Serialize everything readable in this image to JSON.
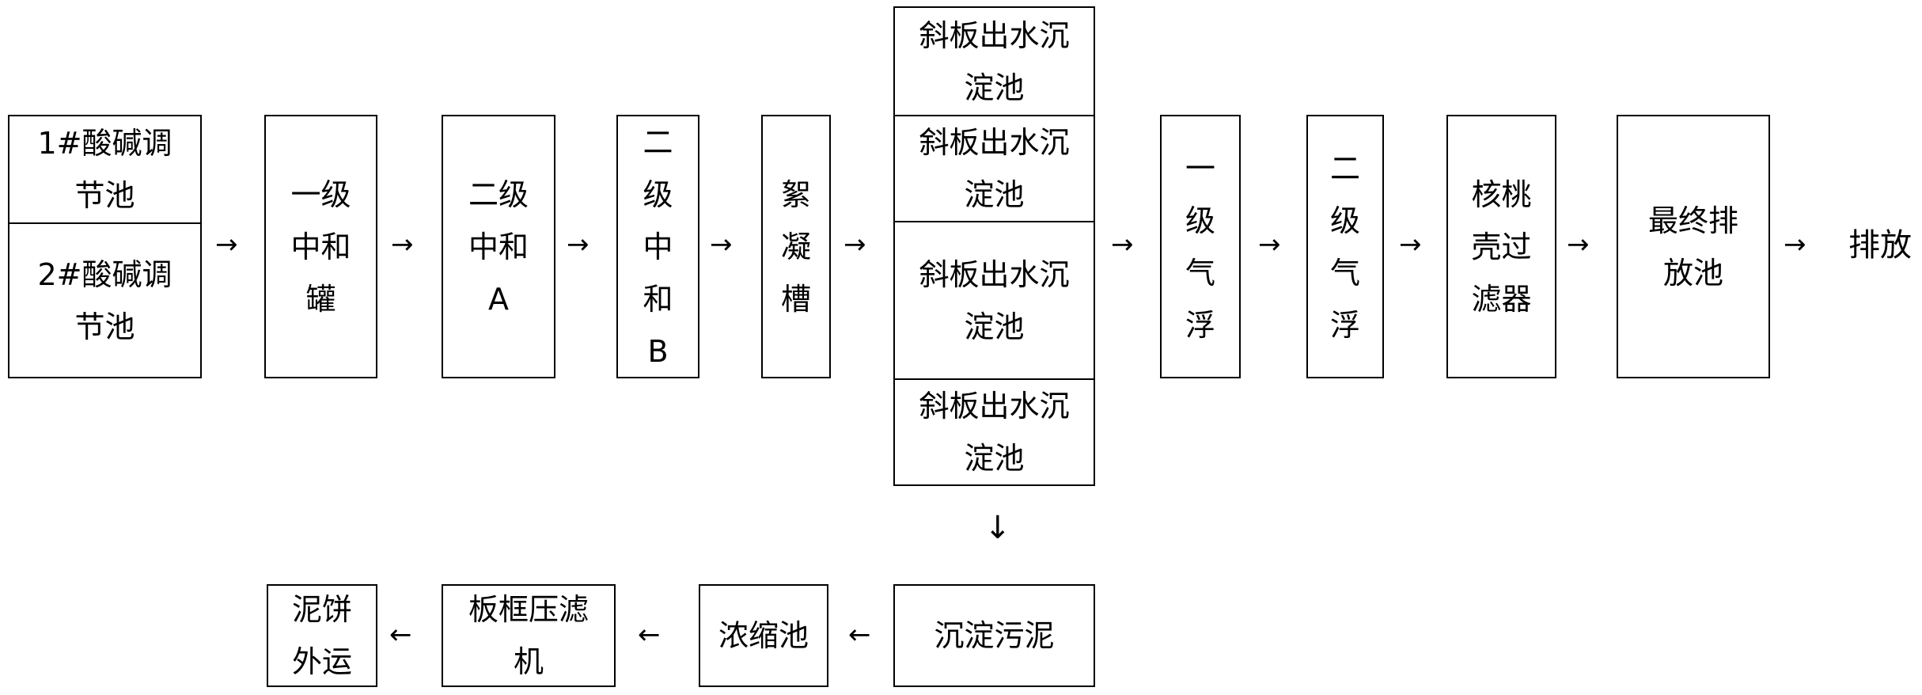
{
  "nodes": {
    "tank1": "1#酸碱调节池",
    "tank2": "2#酸碱调节池",
    "n1": "一级中和罐",
    "n2a": "二级中和A",
    "n2b": "二级中和B",
    "floc": "絮凝槽",
    "sed1": "斜板出水沉淀池",
    "sed2": "斜板出水沉淀池",
    "sed3": "斜板出水沉淀池",
    "sed4": "斜板出水沉淀池",
    "flot1": "一级气浮",
    "flot2": "二级气浮",
    "walnut": "核桃壳过滤器",
    "final": "最终排放池",
    "discharge": "排放",
    "sludge": "沉淀污泥",
    "thick": "浓缩池",
    "press": "板框压滤机",
    "cake": "泥饼外运"
  },
  "arrows": {
    "right": "→",
    "left": "←",
    "down": "↓"
  }
}
